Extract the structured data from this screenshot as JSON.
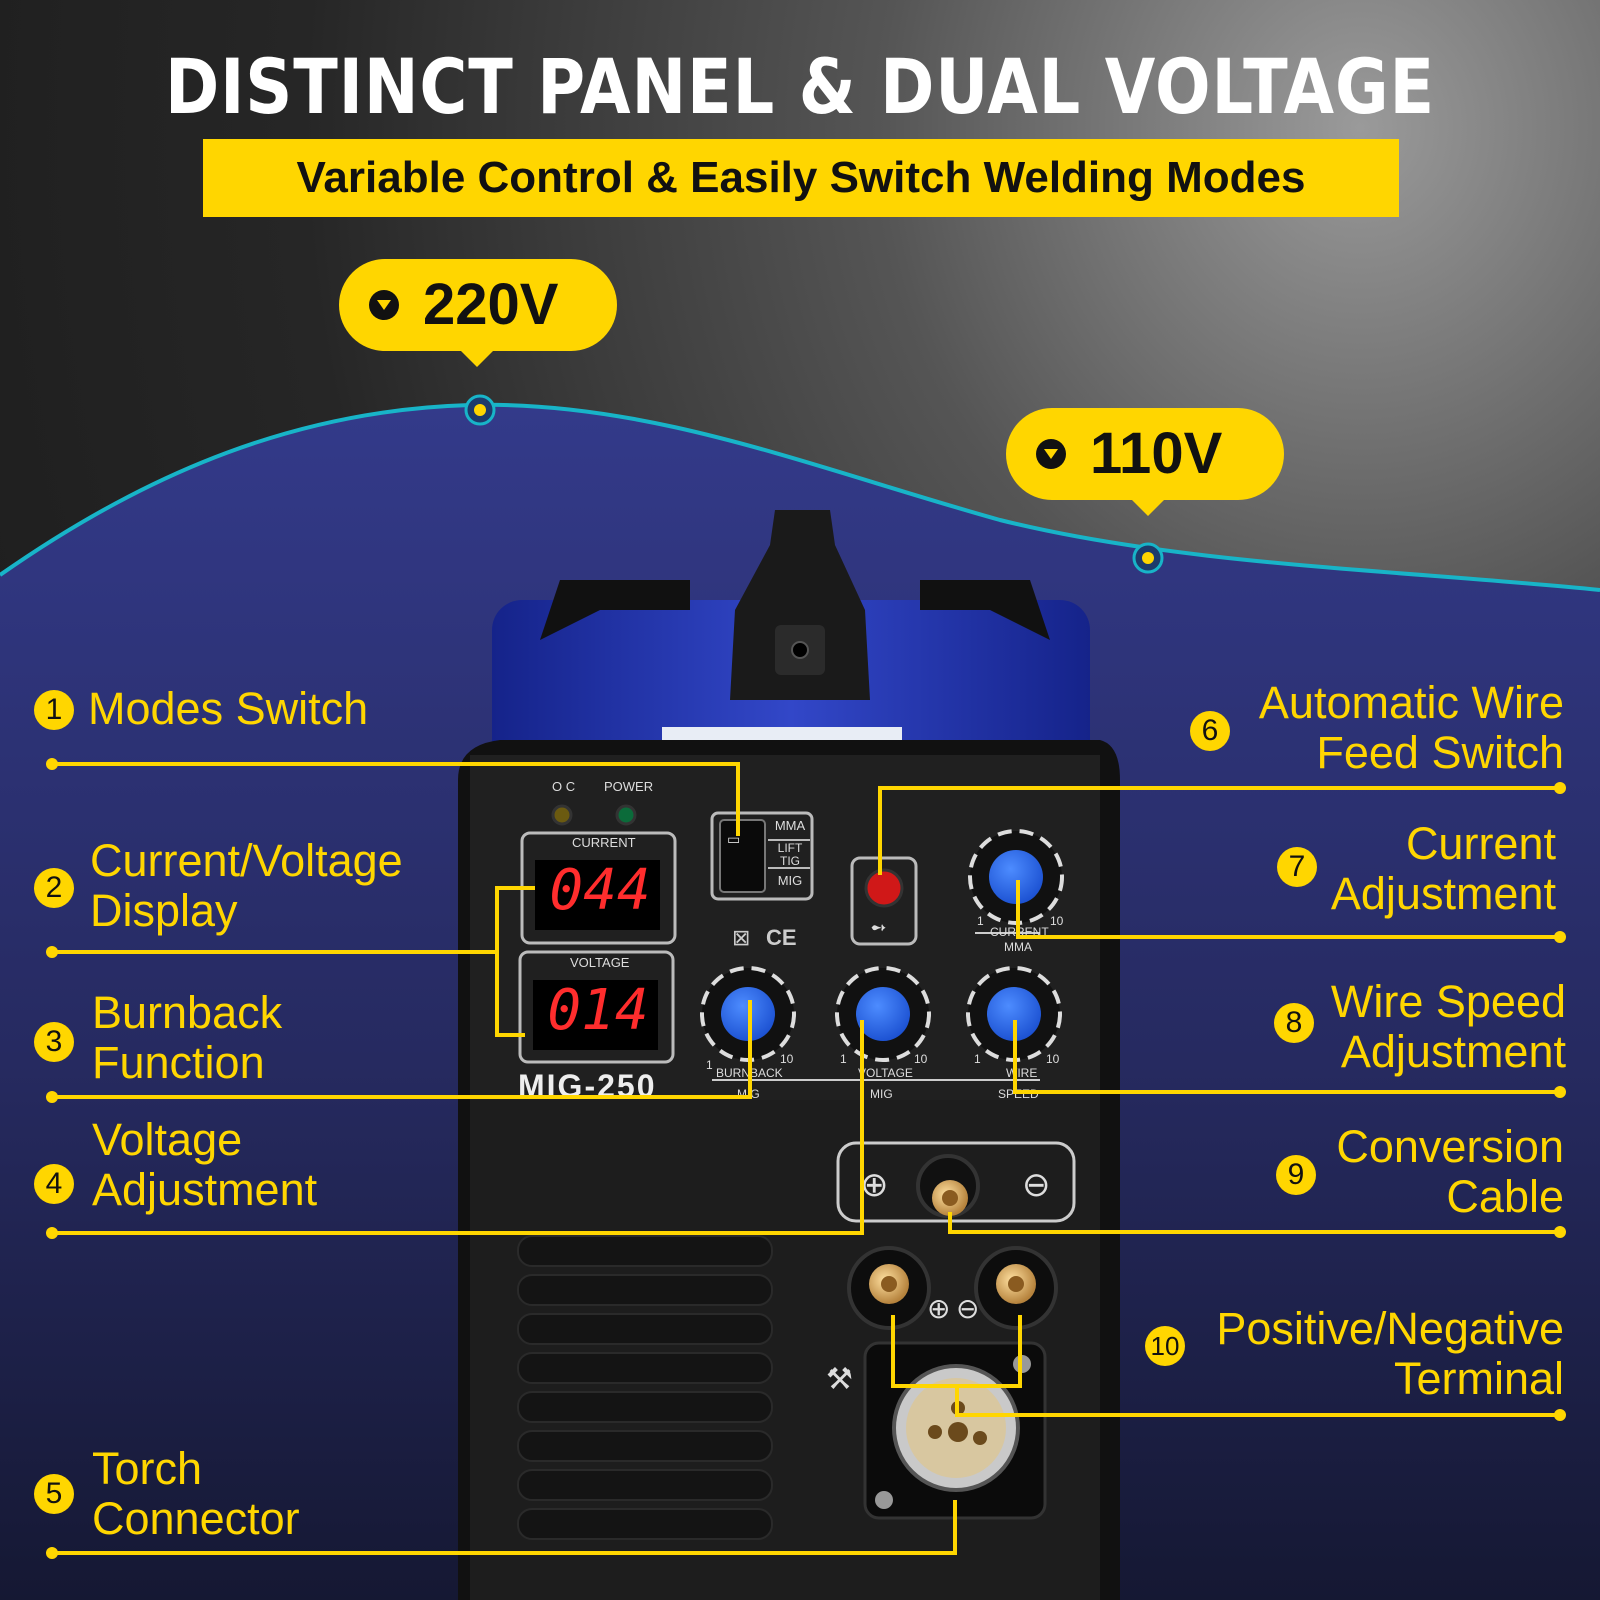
{
  "header": {
    "title": "DISTINCT PANEL & DUAL VOLTAGE",
    "subtitle": "Variable Control & Easily Switch Welding Modes"
  },
  "voltages": [
    {
      "label": "220V"
    },
    {
      "label": "110V"
    }
  ],
  "machine": {
    "model": "MIG-250",
    "indicators": [
      "O C",
      "POWER"
    ],
    "current_display": {
      "label": "CURRENT",
      "value": "044"
    },
    "voltage_display": {
      "label": "VOLTAGE",
      "value": "014"
    },
    "mode_switch_labels": [
      "MMA",
      "LIFT TIG",
      "MIG"
    ],
    "knobs": [
      {
        "label": "BURNBACK",
        "sub": "MIG",
        "min": "1",
        "max": "10"
      },
      {
        "label": "VOLTAGE",
        "sub": "MIG",
        "min": "1",
        "max": "10"
      },
      {
        "label": "WIRE",
        "sub": "SPEED",
        "min": "1",
        "max": "10"
      },
      {
        "label": "CURRENT",
        "sub": "MMA",
        "min": "1",
        "max": "10"
      }
    ]
  },
  "features": [
    {
      "number": "1",
      "lines": [
        "Modes Switch"
      ]
    },
    {
      "number": "2",
      "lines": [
        "Current/Voltage",
        "Display"
      ]
    },
    {
      "number": "3",
      "lines": [
        "Burnback",
        "Function"
      ]
    },
    {
      "number": "4",
      "lines": [
        "Voltage",
        "Adjustment"
      ]
    },
    {
      "number": "5",
      "lines": [
        "Torch",
        "Connector"
      ]
    },
    {
      "number": "6",
      "lines": [
        "Automatic Wire",
        "Feed Switch"
      ]
    },
    {
      "number": "7",
      "lines": [
        "Current",
        "Adjustment"
      ]
    },
    {
      "number": "8",
      "lines": [
        "Wire Speed",
        "Adjustment"
      ]
    },
    {
      "number": "9",
      "lines": [
        "Conversion",
        "Cable"
      ]
    },
    {
      "number": "10",
      "lines": [
        "Positive/Negative",
        "Terminal"
      ]
    }
  ],
  "colors": {
    "accent": "#ffd600",
    "machine_blue": "#2a3fb8",
    "wave_line": "#18b4c8"
  }
}
